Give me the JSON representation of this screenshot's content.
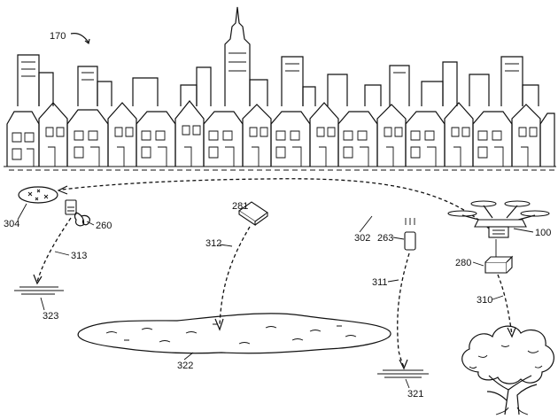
{
  "labels": {
    "skyline": "170",
    "target_304": "304",
    "parachute_item": "260",
    "path_313": "313",
    "target_323": "323",
    "package_281": "281",
    "path_312": "312",
    "lake": "322",
    "path_302": "302",
    "item_263": "263",
    "path_311": "311",
    "target_321": "321",
    "drone": "100",
    "package_280": "280",
    "path_310": "310"
  }
}
